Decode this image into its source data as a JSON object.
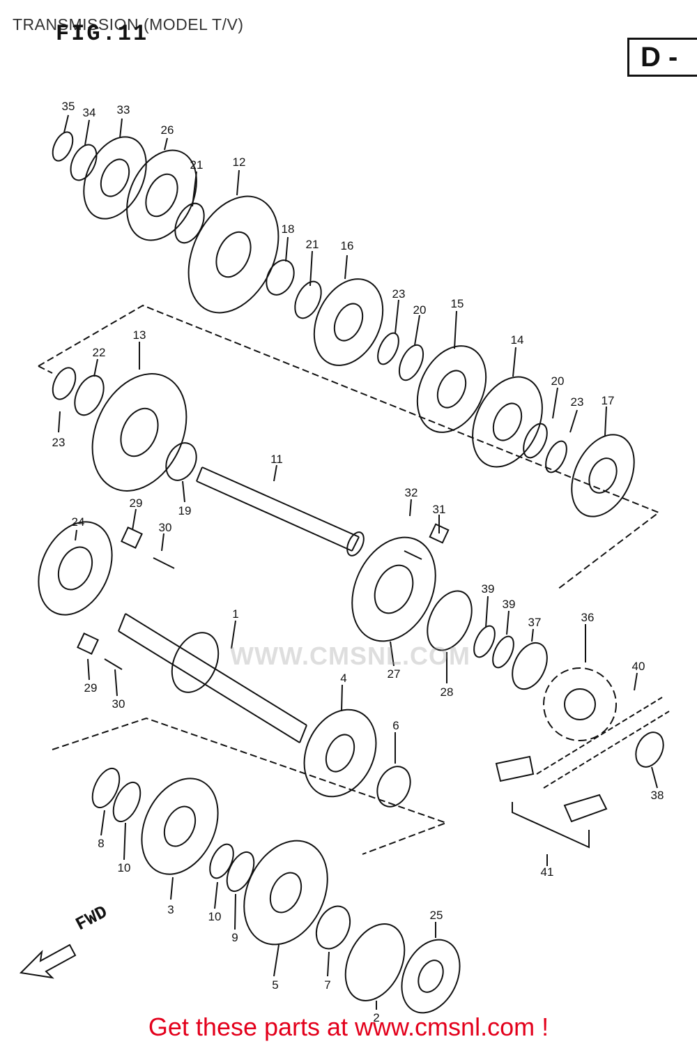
{
  "header": {
    "title": "TRANSMISSION (MODEL T/V)",
    "figure": "FIG.11",
    "section": "D -"
  },
  "watermark": "WWW.CMSNL.COM",
  "fwd_label": "FWD",
  "footer": {
    "cta": "Get these parts at www.cmsnl.com !"
  },
  "parts": [
    "35",
    "34",
    "33",
    "26",
    "21",
    "12",
    "18",
    "21",
    "16",
    "23",
    "20",
    "15",
    "14",
    "20",
    "23",
    "17",
    "13",
    "22",
    "23",
    "19",
    "11",
    "29",
    "30",
    "32",
    "31",
    "24",
    "27",
    "28",
    "39",
    "39",
    "37",
    "36",
    "40",
    "1",
    "4",
    "6",
    "29",
    "30",
    "8",
    "10",
    "3",
    "10",
    "9",
    "5",
    "7",
    "25",
    "2",
    "38",
    "41"
  ]
}
